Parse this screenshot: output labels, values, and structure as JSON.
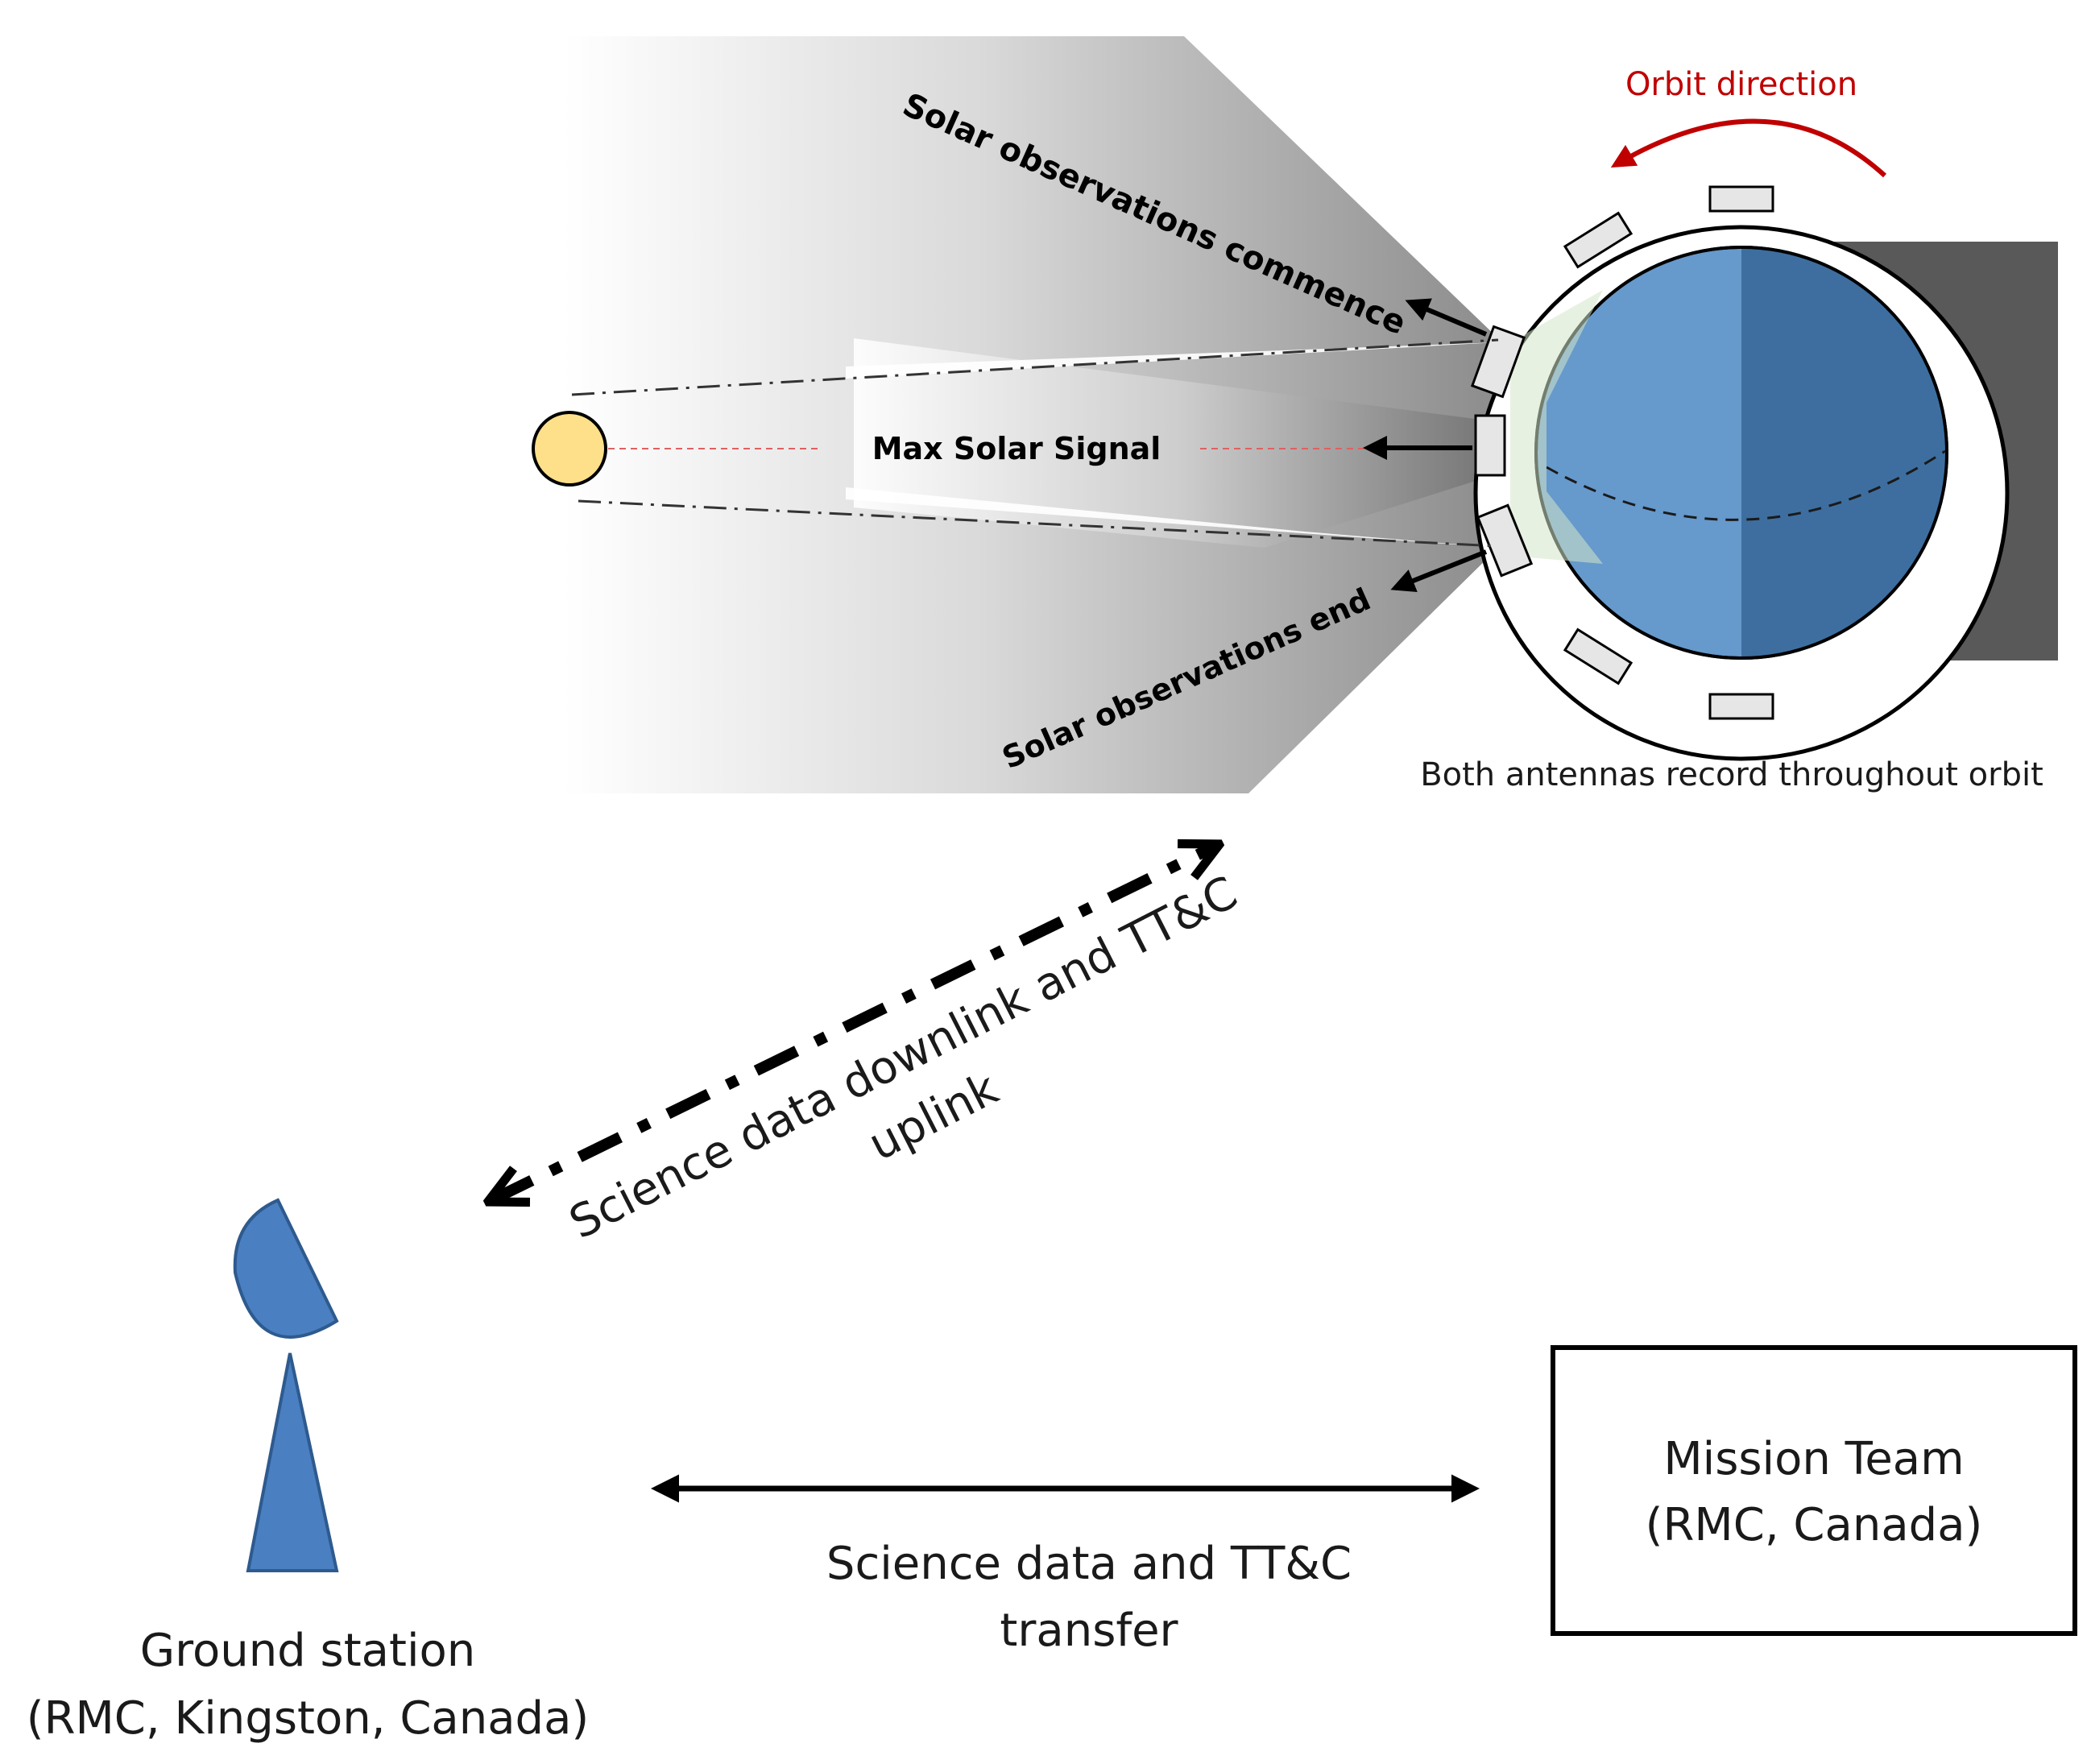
{
  "labels": {
    "orbit_direction": "Orbit direction",
    "obs_commence": "Solar observations commence",
    "max_signal": "Max Solar Signal",
    "obs_end": "Solar observations end",
    "both_antennas": "Both antennas record throughout orbit",
    "downlink_line1": "Science data downlink and TT&C",
    "downlink_line2": "uplink",
    "ground_line1": "Ground station",
    "ground_line2": "(RMC, Kingston, Canada)",
    "mission_line1": "Mission Team",
    "mission_line2": "(RMC, Canada)",
    "transfer_line1": "Science data and TT&C",
    "transfer_line2": "transfer"
  },
  "colors": {
    "orbit_arrow": "#c00000",
    "earth_day": "#6699cc",
    "earth_night": "#3d6e9f",
    "shadow": "#595959",
    "sun_fill": "#ffe08a",
    "ground_station": "#4a7fc1",
    "satellite_fill": "#e6e6e6"
  }
}
